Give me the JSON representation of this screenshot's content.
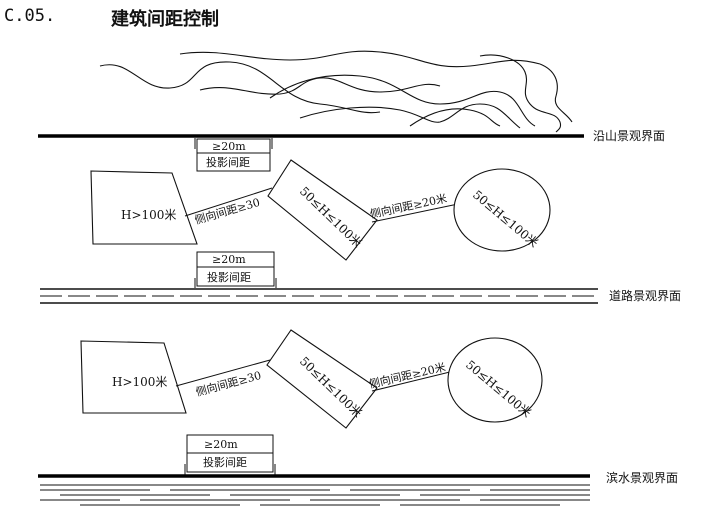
{
  "header": {
    "section_number": "C.05.",
    "title": "建筑间距控制"
  },
  "boundaries": {
    "mountain": "沿山景观界面",
    "road": "道路景观界面",
    "water": "滨水景观界面"
  },
  "labels": {
    "setback": "≥20m",
    "projection_spacing": "投影间距",
    "tall_building": "H>100米",
    "mid_building": "50≤H≤100米",
    "lateral_30": "侧向间距≥30",
    "lateral_20": "侧向间距≥20米"
  }
}
